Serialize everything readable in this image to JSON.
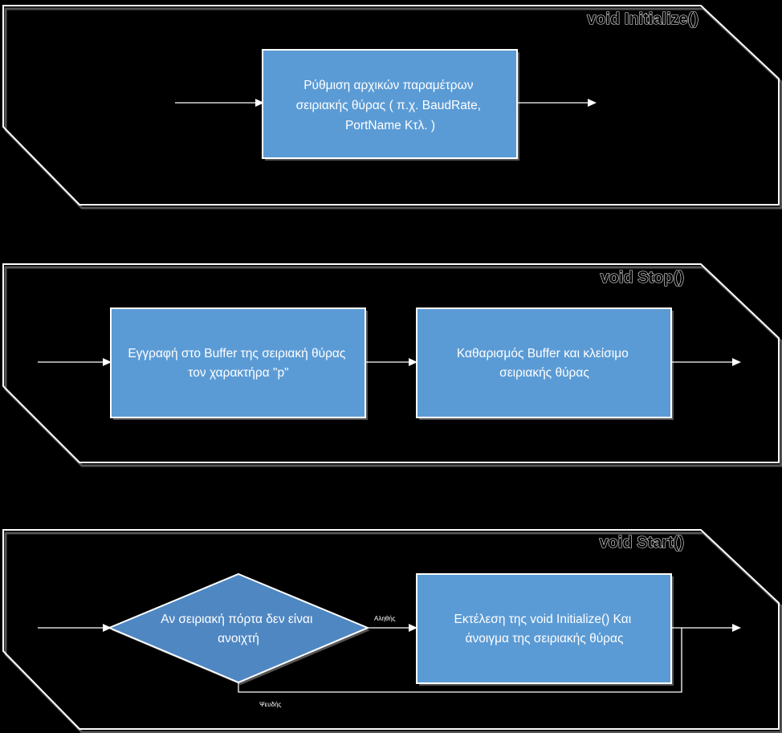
{
  "colors": {
    "background": "#000000",
    "box_fill": "#5b9bd5",
    "decision_fill": "#4f87c2",
    "line": "#ffffff"
  },
  "frames": {
    "initialize": {
      "title": "void Initialize()",
      "step1": [
        "Ρύθμιση αρχικών παραμέτρων",
        "σειριακής θύρας ( π.χ. BaudRate,",
        "PortName Κτλ. )"
      ]
    },
    "stop": {
      "title": "void Stop()",
      "step1": [
        "Εγγραφή στο Buffer της σειριακή θύρας",
        "τον χαρακτήρα \"p\""
      ],
      "step2": [
        "Καθαρισμός Buffer και κλείσιμο",
        "σειριακής θύρας"
      ]
    },
    "start": {
      "title": "void Start()",
      "decision": [
        "Αν σειριακή πόρτα δεν είναι",
        "ανοιχτή"
      ],
      "step1": [
        "Εκτέλεση της void Initialize() Και",
        "άνοιγμα της σειριακής θύρας"
      ],
      "true_label": "Αληθής",
      "false_label": "Ψευδής"
    }
  }
}
